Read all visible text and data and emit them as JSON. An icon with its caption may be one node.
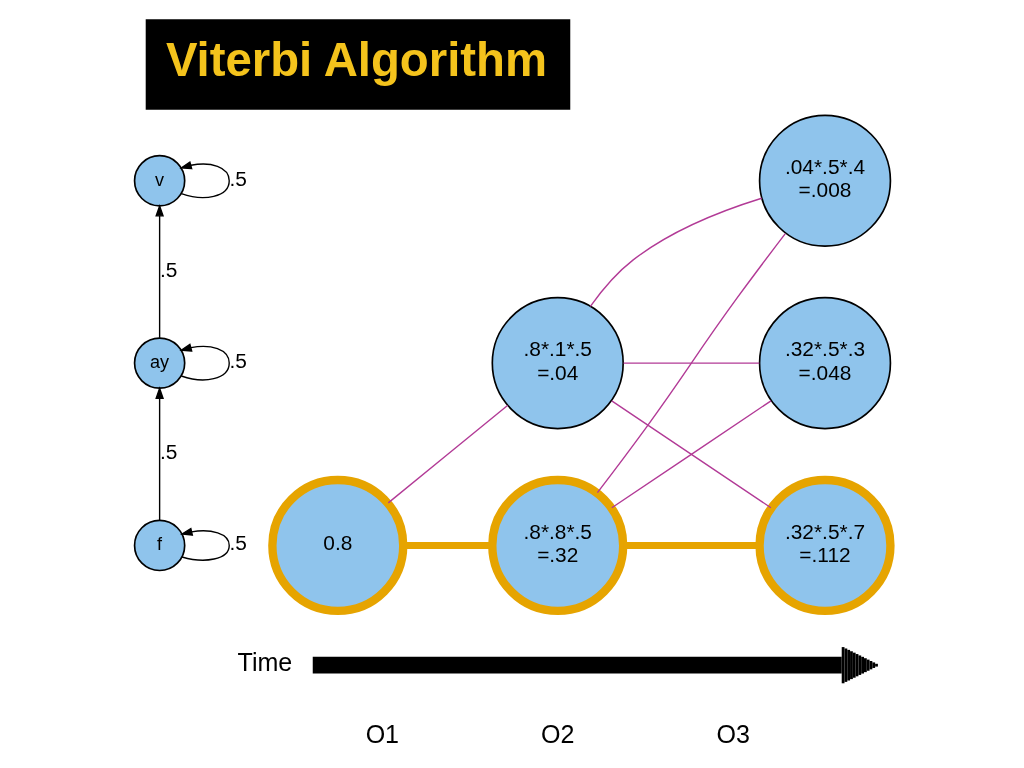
{
  "diagram": {
    "title": "Viterbi Algorithm",
    "nodes": [
      {
        "text": [
          "v"
        ]
      },
      {
        "text": [
          "ay"
        ]
      },
      {
        "text": [
          "f"
        ]
      },
      {
        "text": [
          "0.8"
        ]
      },
      {
        "text": [
          ".8*.1*.5",
          "=.04"
        ]
      },
      {
        "text": [
          ".8*.8*.5",
          "=.32"
        ]
      },
      {
        "text": [
          ".04*.5*.4",
          "=.008"
        ]
      },
      {
        "text": [
          ".32*.5*.3",
          "=.048"
        ]
      },
      {
        "text": [
          ".32*.5*.7",
          "=.112"
        ]
      }
    ],
    "edges": [
      {
        "from": 0,
        "to": 0,
        "arrow": "to",
        "label": ".5",
        "color": "#000000"
      },
      {
        "from": 1,
        "to": 0,
        "arrow": "to",
        "label": ".5",
        "color": "#000000"
      },
      {
        "from": 1,
        "to": 1,
        "arrow": "to",
        "label": ".5",
        "color": "#000000"
      },
      {
        "from": 2,
        "to": 1,
        "arrow": "to",
        "label": ".5",
        "color": "#000000"
      },
      {
        "from": 2,
        "to": 2,
        "arrow": "to",
        "label": ".5",
        "color": "#000000"
      },
      {
        "from": 3,
        "to": 4,
        "arrow": "none"
      },
      {
        "from": 3,
        "to": 5,
        "arrow": "none",
        "style": "thick",
        "color": "#e6a400"
      },
      {
        "from": 4,
        "to": 6,
        "arrow": "none"
      },
      {
        "from": 4,
        "to": 7,
        "arrow": "none"
      },
      {
        "from": 4,
        "to": 8,
        "arrow": "none"
      },
      {
        "from": 5,
        "to": 6,
        "arrow": "none"
      },
      {
        "from": 5,
        "to": 7,
        "arrow": "none"
      },
      {
        "from": 5,
        "to": 8,
        "arrow": "none",
        "style": "thick",
        "color": "#e6a400"
      }
    ],
    "labels": [
      "Time",
      "O1",
      "O2",
      "O3"
    ]
  }
}
